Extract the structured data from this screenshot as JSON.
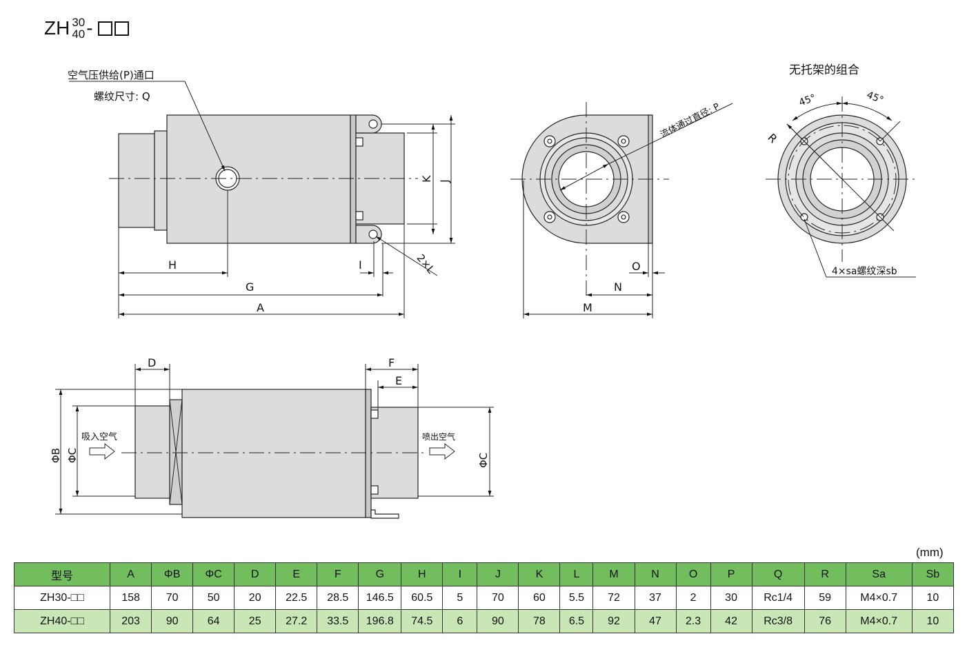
{
  "title": {
    "prefix": "ZH",
    "sup": "30",
    "sub": "40",
    "suffix": "-"
  },
  "labels": {
    "supply_port": "空气压供给(P)通口",
    "thread_size": "螺纹尺寸: Q",
    "no_bracket": "无托架的组合",
    "fluid_dia": "流体通过直径: P",
    "tapped_holes": "4×sa螺纹深sb",
    "suction": "吸入空气",
    "exhaust": "喷出空气",
    "angle_a": "45°",
    "angle_b": "45°",
    "two_l": "2×L",
    "dim": {
      "A": "A",
      "G": "G",
      "H": "H",
      "I": "I",
      "J": "J",
      "K": "K",
      "M": "M",
      "N": "N",
      "O": "O",
      "R": "R",
      "D": "D",
      "E": "E",
      "F": "F",
      "PB": "ΦB",
      "PC": "ΦC"
    }
  },
  "unit": "(mm)",
  "table": {
    "headers": [
      "型号",
      "A",
      "ΦB",
      "ΦC",
      "D",
      "E",
      "F",
      "G",
      "H",
      "I",
      "J",
      "K",
      "L",
      "M",
      "N",
      "O",
      "P",
      "Q",
      "R",
      "Sa",
      "Sb"
    ],
    "rows": [
      [
        "ZH30-□□",
        "158",
        "70",
        "50",
        "20",
        "22.5",
        "28.5",
        "146.5",
        "60.5",
        "5",
        "70",
        "60",
        "5.5",
        "72",
        "37",
        "2",
        "30",
        "Rc1/4",
        "59",
        "M4×0.7",
        "10"
      ],
      [
        "ZH40-□□",
        "203",
        "90",
        "64",
        "25",
        "27.2",
        "33.5",
        "196.8",
        "74.5",
        "6",
        "90",
        "78",
        "6.5",
        "92",
        "47",
        "2.3",
        "42",
        "Rc3/8",
        "76",
        "M4×0.7",
        "10"
      ]
    ]
  },
  "colors": {
    "header_green": "#72bd5e",
    "row_green": "#c9e6b6",
    "body_gray": "#dcdcdc"
  }
}
